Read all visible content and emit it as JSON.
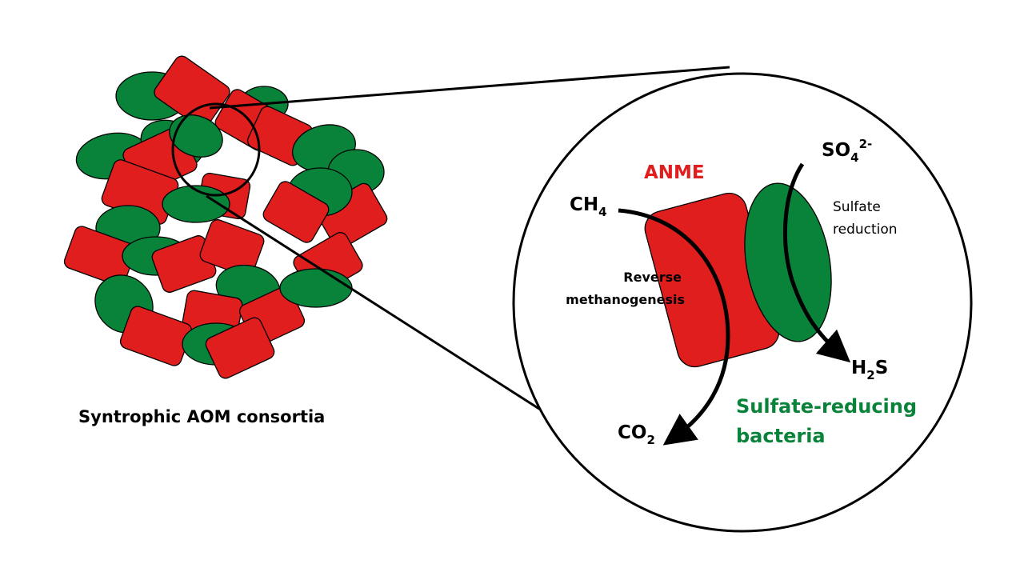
{
  "colors": {
    "anme": "#e01e1e",
    "srb": "#0a833a",
    "outline": "#000000",
    "background": "#ffffff"
  },
  "left_panel": {
    "caption": "Syntrophic AOM consortia"
  },
  "zoom_panel": {
    "anme_label": "ANME",
    "srb_label_line1": "Sulfate-reducing",
    "srb_label_line2": "bacteria",
    "methane": {
      "base": "CH",
      "sub": "4"
    },
    "carbon_dioxide": {
      "base": "CO",
      "sub": "2"
    },
    "sulfate": {
      "base": "SO",
      "sub": "4",
      "sup": "2-"
    },
    "hydrogen_sulfide": {
      "pre": "H",
      "sub": "2",
      "post": "S"
    },
    "reverse_methanogenesis_line1": "Reverse",
    "reverse_methanogenesis_line2": "methanogenesis",
    "sulfate_reduction_line1": "Sulfate",
    "sulfate_reduction_line2": "reduction"
  }
}
